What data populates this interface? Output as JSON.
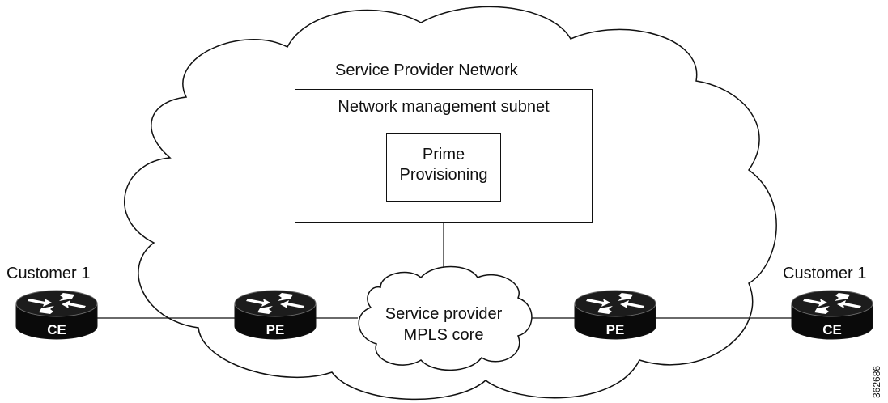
{
  "diagram": {
    "network_cloud_label": "Service Provider Network",
    "mgmt_subnet_label": "Network management subnet",
    "prime_label_line1": "Prime",
    "prime_label_line2": "Provisioning",
    "core_label_line1": "Service provider",
    "core_label_line2": "MPLS core",
    "customer_left_label": "Customer 1",
    "customer_right_label": "Customer 1",
    "router_left_ce": "CE",
    "router_left_pe": "PE",
    "router_right_pe": "PE",
    "router_right_ce": "CE",
    "figure_number": "362686"
  },
  "colors": {
    "stroke": "#111111",
    "router_body": "#0a0a0a",
    "router_top": "#1c1c1c",
    "background": "#ffffff"
  },
  "icons": [
    "cloud-shape",
    "router-icon"
  ]
}
